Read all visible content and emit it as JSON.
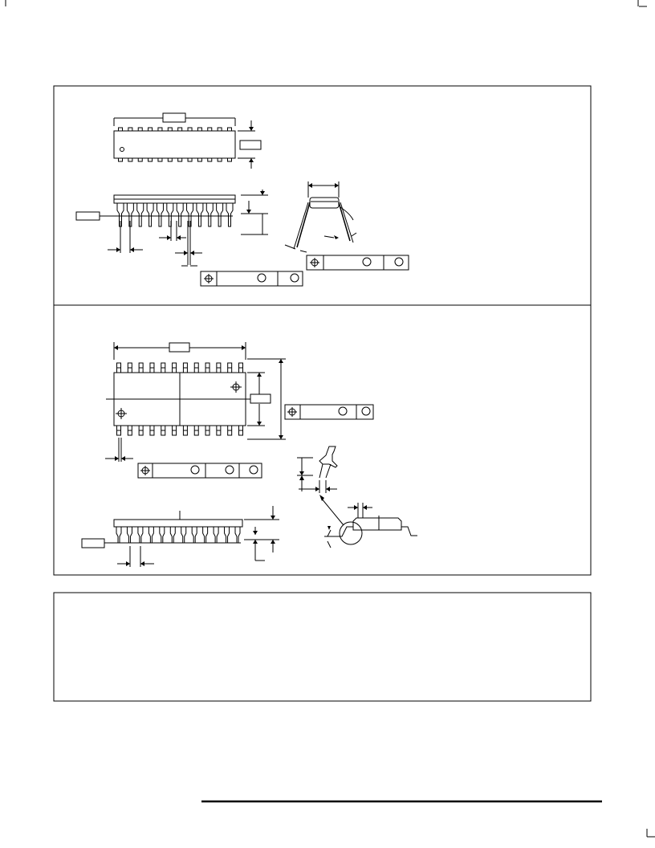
{
  "page": {
    "background": "#ffffff",
    "ink": "#000000"
  },
  "panels": [
    {
      "name": "dip-package-panel"
    },
    {
      "name": "soic-package-panel"
    },
    {
      "name": "notes-panel"
    }
  ],
  "package_views": {
    "dip_top_pin_count_per_side": 12,
    "soic_pin_count_per_side": 12
  },
  "icons": {
    "position_tolerance": "crosshair-circle-icon",
    "datum_circle": "circle-icon"
  }
}
